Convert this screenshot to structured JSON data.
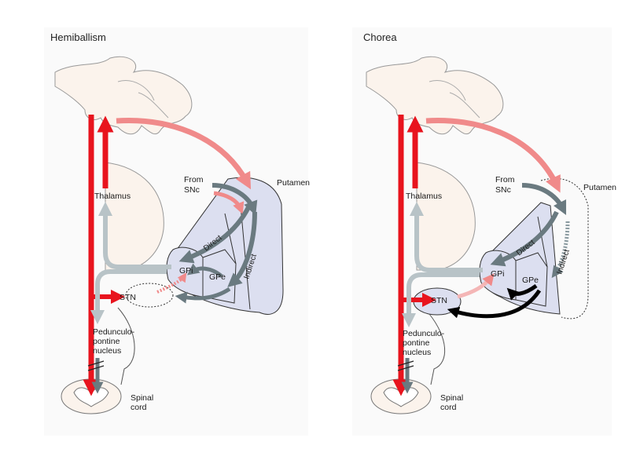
{
  "panels": [
    {
      "title": "Hemiballism",
      "labels": {
        "thalamus": "Thalamus",
        "from": "From",
        "snc": "SNc",
        "putamen": "Putamen",
        "direct": "Direct",
        "indirect": "Indirect",
        "gpi": "GPi",
        "gpe": "GPe",
        "stn": "STN",
        "ppn_1": "Pedunculo-",
        "ppn_2": "pontine",
        "ppn_3": "nucleus",
        "spinal_1": "Spinal",
        "spinal_2": "cord"
      }
    },
    {
      "title": "Chorea",
      "labels": {
        "thalamus": "Thalamus",
        "from": "From",
        "snc": "SNc",
        "putamen": "Putamen",
        "direct": "Direct",
        "indirect": "Indirect",
        "gpi": "GPi",
        "gpe": "GPe",
        "stn": "STN",
        "ppn_1": "Pedunculo-",
        "ppn_2": "pontine",
        "ppn_3": "nucleus",
        "spinal_1": "Spinal",
        "spinal_2": "cord"
      }
    }
  ],
  "colors": {
    "excitatory": "#e8141e",
    "excitatory_light": "#f08a8a",
    "inhibitory": "#6a7a80",
    "inhibitory_light": "#b8c3c7",
    "inhibitory_strong": "#000000",
    "nucleus_fill": "#dcdff0",
    "brain_fill": "#fbf3ec",
    "outline": "#333333",
    "panel_bg": "#fafafa"
  }
}
